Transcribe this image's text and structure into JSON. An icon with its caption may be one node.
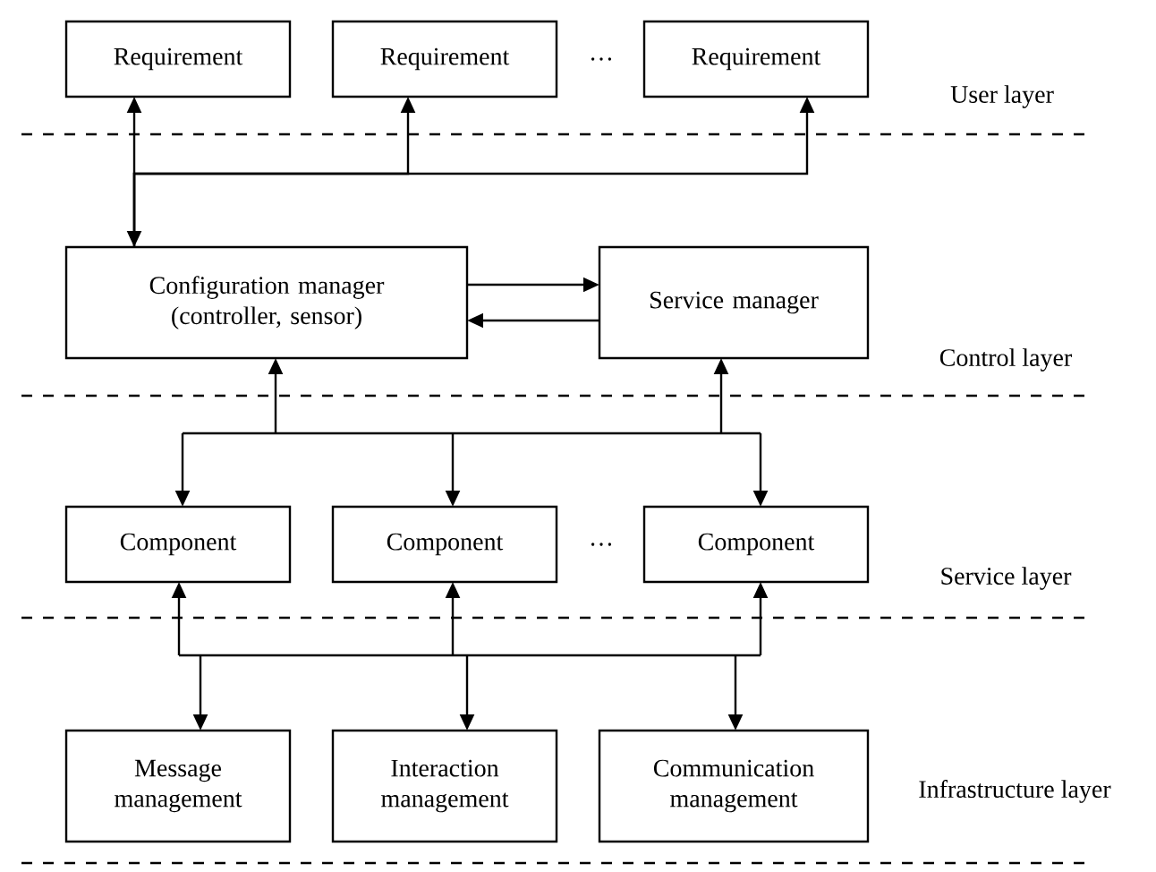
{
  "diagram": {
    "nodes": [
      {
        "text": [
          "Requirement"
        ]
      },
      {
        "text": [
          "Requirement"
        ]
      },
      {
        "text": [
          "Requirement"
        ]
      },
      {
        "text": [
          "Configuration manager (controller, sensor)"
        ]
      },
      {
        "text": [
          "Service manager"
        ]
      },
      {
        "text": [
          "Component"
        ]
      },
      {
        "text": [
          "Component"
        ]
      },
      {
        "text": [
          "Component"
        ]
      },
      {
        "text": [
          "Message management"
        ]
      },
      {
        "text": [
          "Interaction management"
        ]
      },
      {
        "text": [
          "Communication management"
        ]
      }
    ],
    "edges": [
      {
        "from": 3,
        "to": 0,
        "arrow": "both"
      },
      {
        "from": 3,
        "to": 1,
        "arrow": "to"
      },
      {
        "from": 3,
        "to": 2,
        "arrow": "to"
      },
      {
        "from": 3,
        "to": 4,
        "arrow": "to"
      },
      {
        "from": 4,
        "to": 3,
        "arrow": "to"
      },
      {
        "from": 3,
        "to": 5,
        "arrow": "both"
      },
      {
        "from": 3,
        "to": 6,
        "arrow": "both"
      },
      {
        "from": 3,
        "to": 7,
        "arrow": "both"
      },
      {
        "from": 4,
        "to": 5,
        "arrow": "both"
      },
      {
        "from": 4,
        "to": 6,
        "arrow": "both"
      },
      {
        "from": 4,
        "to": 7,
        "arrow": "both"
      },
      {
        "from": 5,
        "to": 8,
        "arrow": "both"
      },
      {
        "from": 5,
        "to": 9,
        "arrow": "both"
      },
      {
        "from": 5,
        "to": 10,
        "arrow": "both"
      },
      {
        "from": 6,
        "to": 8,
        "arrow": "both"
      },
      {
        "from": 6,
        "to": 9,
        "arrow": "both"
      },
      {
        "from": 6,
        "to": 10,
        "arrow": "both"
      },
      {
        "from": 7,
        "to": 8,
        "arrow": "both"
      },
      {
        "from": 7,
        "to": 9,
        "arrow": "both"
      },
      {
        "from": 7,
        "to": 10,
        "arrow": "both"
      }
    ],
    "labels": [
      "…",
      "User layer",
      "Control layer",
      "…",
      "Service layer",
      "Infrastructure layer"
    ]
  }
}
